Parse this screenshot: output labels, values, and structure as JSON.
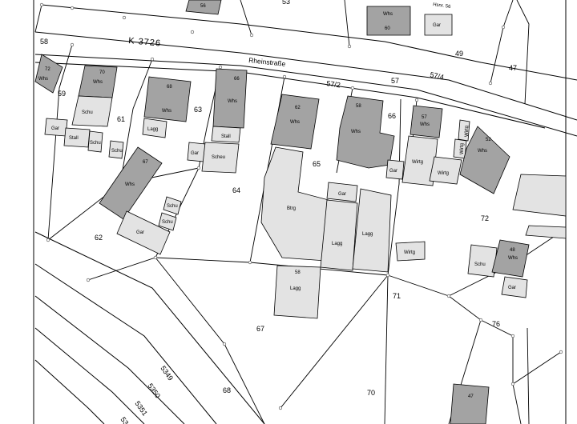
{
  "map": {
    "roads": {
      "k_road": "K 3726",
      "street": "Rheinstraße",
      "hnr_top": "Hsnr. 56"
    },
    "parcels": [
      {
        "id": "p53",
        "label": "53"
      },
      {
        "id": "p58",
        "label": "58"
      },
      {
        "id": "p49",
        "label": "49"
      },
      {
        "id": "p47",
        "label": "47"
      },
      {
        "id": "p57-2",
        "label": "57/2"
      },
      {
        "id": "p57",
        "label": "57"
      },
      {
        "id": "p57-4",
        "label": "57/4"
      },
      {
        "id": "p59",
        "label": "59"
      },
      {
        "id": "p61",
        "label": "61"
      },
      {
        "id": "p63",
        "label": "63"
      },
      {
        "id": "p66",
        "label": "66"
      },
      {
        "id": "p65",
        "label": "65"
      },
      {
        "id": "p64",
        "label": "64"
      },
      {
        "id": "p62",
        "label": "62"
      },
      {
        "id": "p72",
        "label": "72"
      },
      {
        "id": "p71",
        "label": "71"
      },
      {
        "id": "p76",
        "label": "76"
      },
      {
        "id": "p67",
        "label": "67"
      },
      {
        "id": "p68",
        "label": "68"
      },
      {
        "id": "p70",
        "label": "70"
      },
      {
        "id": "p5349",
        "label": "5349"
      },
      {
        "id": "p5350",
        "label": "5350"
      },
      {
        "id": "p5351",
        "label": "5351"
      },
      {
        "id": "p5352",
        "label": "53"
      }
    ],
    "buildings": {
      "b56": {
        "nr": "56"
      },
      "b60": {
        "nr": "60",
        "use": "Whs"
      },
      "b_gar_top": {
        "use": "Gar"
      },
      "b72": {
        "nr": "72",
        "use": "Whs"
      },
      "b70": {
        "nr": "70",
        "use": "Whs"
      },
      "b_schu1": {
        "use": "Schu"
      },
      "b_gar_left": {
        "use": "Gar"
      },
      "b_stall1": {
        "use": "Stall"
      },
      "b_schu2": {
        "use": "Schu"
      },
      "b_schu3": {
        "use": "Schu"
      },
      "b68": {
        "nr": "68",
        "use": "Whs"
      },
      "b_lagg1": {
        "use": "Lagg"
      },
      "b_gar2": {
        "use": "Gar"
      },
      "b66": {
        "nr": "66",
        "use": "Whs"
      },
      "b_stall2": {
        "use": "Stall"
      },
      "b_scheu": {
        "use": "Scheu"
      },
      "b62": {
        "nr": "62",
        "use": "Whs"
      },
      "b58": {
        "nr": "58",
        "use": "Whs"
      },
      "b_gar3": {
        "use": "Gar"
      },
      "b57": {
        "nr": "57",
        "use": "Whs"
      },
      "b_wirtg1": {
        "use": "Wirtg"
      },
      "b_wirtg2": {
        "use": "Wirtg"
      },
      "b_wirtg3": {
        "use": "Wirtg"
      },
      "b_wirtg4": {
        "use": "Wirtg"
      },
      "b52": {
        "nr": "52",
        "use": "Whs"
      },
      "b67": {
        "nr": "67",
        "use": "Whs"
      },
      "b_schu4": {
        "use": "Schu"
      },
      "b_schu5": {
        "use": "Schu"
      },
      "b_gar4": {
        "use": "Gar"
      },
      "b_btrg": {
        "use": "Btrg"
      },
      "b_gar5": {
        "use": "Gar"
      },
      "b_lagg2": {
        "use": "Lagg"
      },
      "b_lagg3": {
        "use": "Lagg"
      },
      "b_wirtg5": {
        "use": "Wirtg"
      },
      "b58s": {
        "nr": "58",
        "use": "Lagg"
      },
      "b_schu6": {
        "use": "Schu"
      },
      "b48": {
        "nr": "48",
        "use": "Whs"
      },
      "b_gar6": {
        "use": "Gar"
      },
      "b47": {
        "nr": "47"
      }
    }
  }
}
